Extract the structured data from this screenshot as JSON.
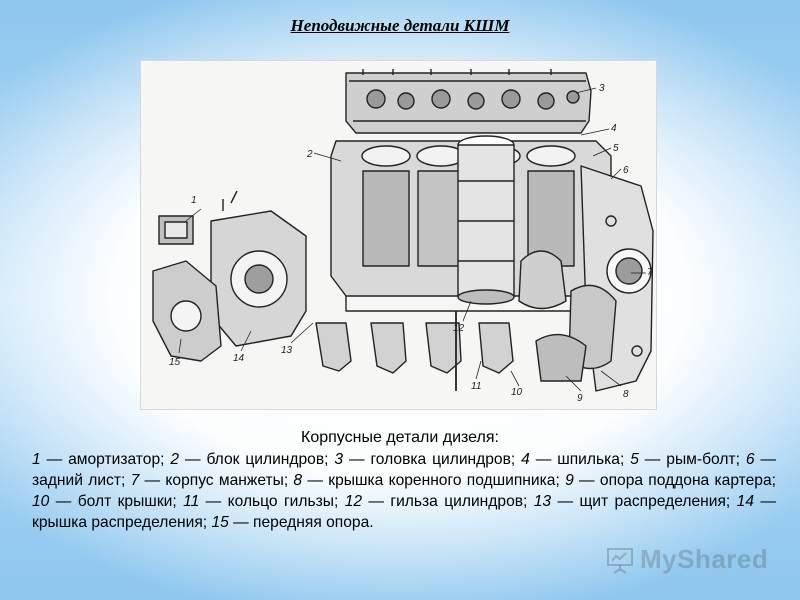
{
  "slide": {
    "title": "Неподвижные детали КШМ"
  },
  "figure": {
    "callouts": [
      "1",
      "2",
      "3",
      "4",
      "5",
      "6",
      "7",
      "8",
      "9",
      "10",
      "11",
      "12",
      "13",
      "14",
      "15"
    ]
  },
  "caption": {
    "heading": "Корпусные детали дизеля:",
    "items": [
      {
        "num": "1",
        "text": " — амортизатор; "
      },
      {
        "num": "2",
        "text": " — блок цилиндров; "
      },
      {
        "num": "3",
        "text": " — головка цилиндров; "
      },
      {
        "num": "4",
        "text": " — шпилька; "
      },
      {
        "num": "5",
        "text": " — рым-болт; "
      },
      {
        "num": "6",
        "text": " — задний лист; "
      },
      {
        "num": "7",
        "text": " — корпус манжеты; "
      },
      {
        "num": "8",
        "text": " — крышка коренного подшипника; "
      },
      {
        "num": "9",
        "text": " — опора поддона картера; "
      },
      {
        "num": "10",
        "text": " — болт крышки; "
      },
      {
        "num": "11",
        "text": " — кольцо гильзы; "
      },
      {
        "num": "12",
        "text": " — гильза цилиндров; "
      },
      {
        "num": "13",
        "text": " — щит распределения; "
      },
      {
        "num": "14",
        "text": " — крышка распределения; "
      },
      {
        "num": "15",
        "text": " — передняя опора."
      }
    ]
  },
  "watermark": {
    "text": "MyShared"
  }
}
